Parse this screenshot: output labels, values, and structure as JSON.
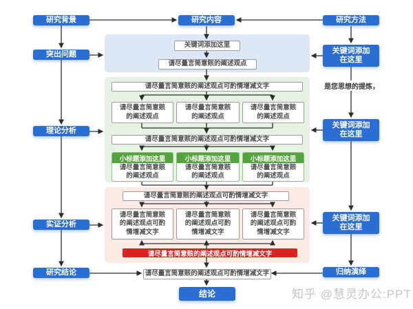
{
  "nodes": {
    "research_background": "研究背景",
    "research_content": "研究内容",
    "research_method": "研究方法",
    "highlight_problem": "突出问题",
    "theoretical_analysis": "理论分析",
    "empirical_analysis": "实证分析",
    "research_conclusion": "研究结论",
    "induction_deduction": "归纳演绎",
    "conclusion": "结论"
  },
  "right_column": {
    "keyword_box": "关键词添加\n在这里",
    "note": "是您思想的提炼，"
  },
  "blue_panel": {
    "keyword_box": "关键词添加这里",
    "statement": "请尽量言简意赅的阐述观点"
  },
  "green_panel": {
    "long_box_top": "请尽量言简意赅的阐述观点可酌情增减文字",
    "row_boxes": [
      "请尽量言简意赅\n的阐述观点",
      "请尽量言简意赅\n的阐述观点",
      "请尽量言简意赅\n的阐述观点"
    ],
    "long_box_bottom": "请尽量言简意赅的阐述观点可酌情增减文字",
    "subtitle_boxes": [
      {
        "title": "小标题添加这里",
        "body": "请尽量言简意赅\n的阐述观点"
      },
      {
        "title": "小标题添加这里",
        "body": "请尽量言简意赅\n的阐述观点"
      },
      {
        "title": "小标题添加这里",
        "body": "请尽量言简意赅\n的阐述观点"
      }
    ]
  },
  "pink_panel": {
    "long_box": "请尽量言简意赅的阐述观点可酌情增减文字",
    "row_boxes": [
      "请尽量言简意赅\n的阐述观点可酌\n情增减文字",
      "请尽量言简意赅\n的阐述观点可酌\n情增减文字",
      "请尽量言简意赅\n的阐述观点可酌\n情增减文字"
    ],
    "highlight_box": "请尽量言简意赅的阐述观点可酌情增减文字"
  },
  "bottom": {
    "summary_box": "请尽量言简意赅的阐述观点可酌情增减文字"
  },
  "watermark": "知乎 @慧灵办公:PPT",
  "colors": {
    "node_blue": "#2a6dd3",
    "panel_blue": "#dce8f6",
    "panel_green": "#e6f2e2",
    "panel_pink": "#fcebe4",
    "subtitle_green": "#55a33e",
    "highlight_red": "#d62420",
    "arrow": "#2d2d2d"
  }
}
